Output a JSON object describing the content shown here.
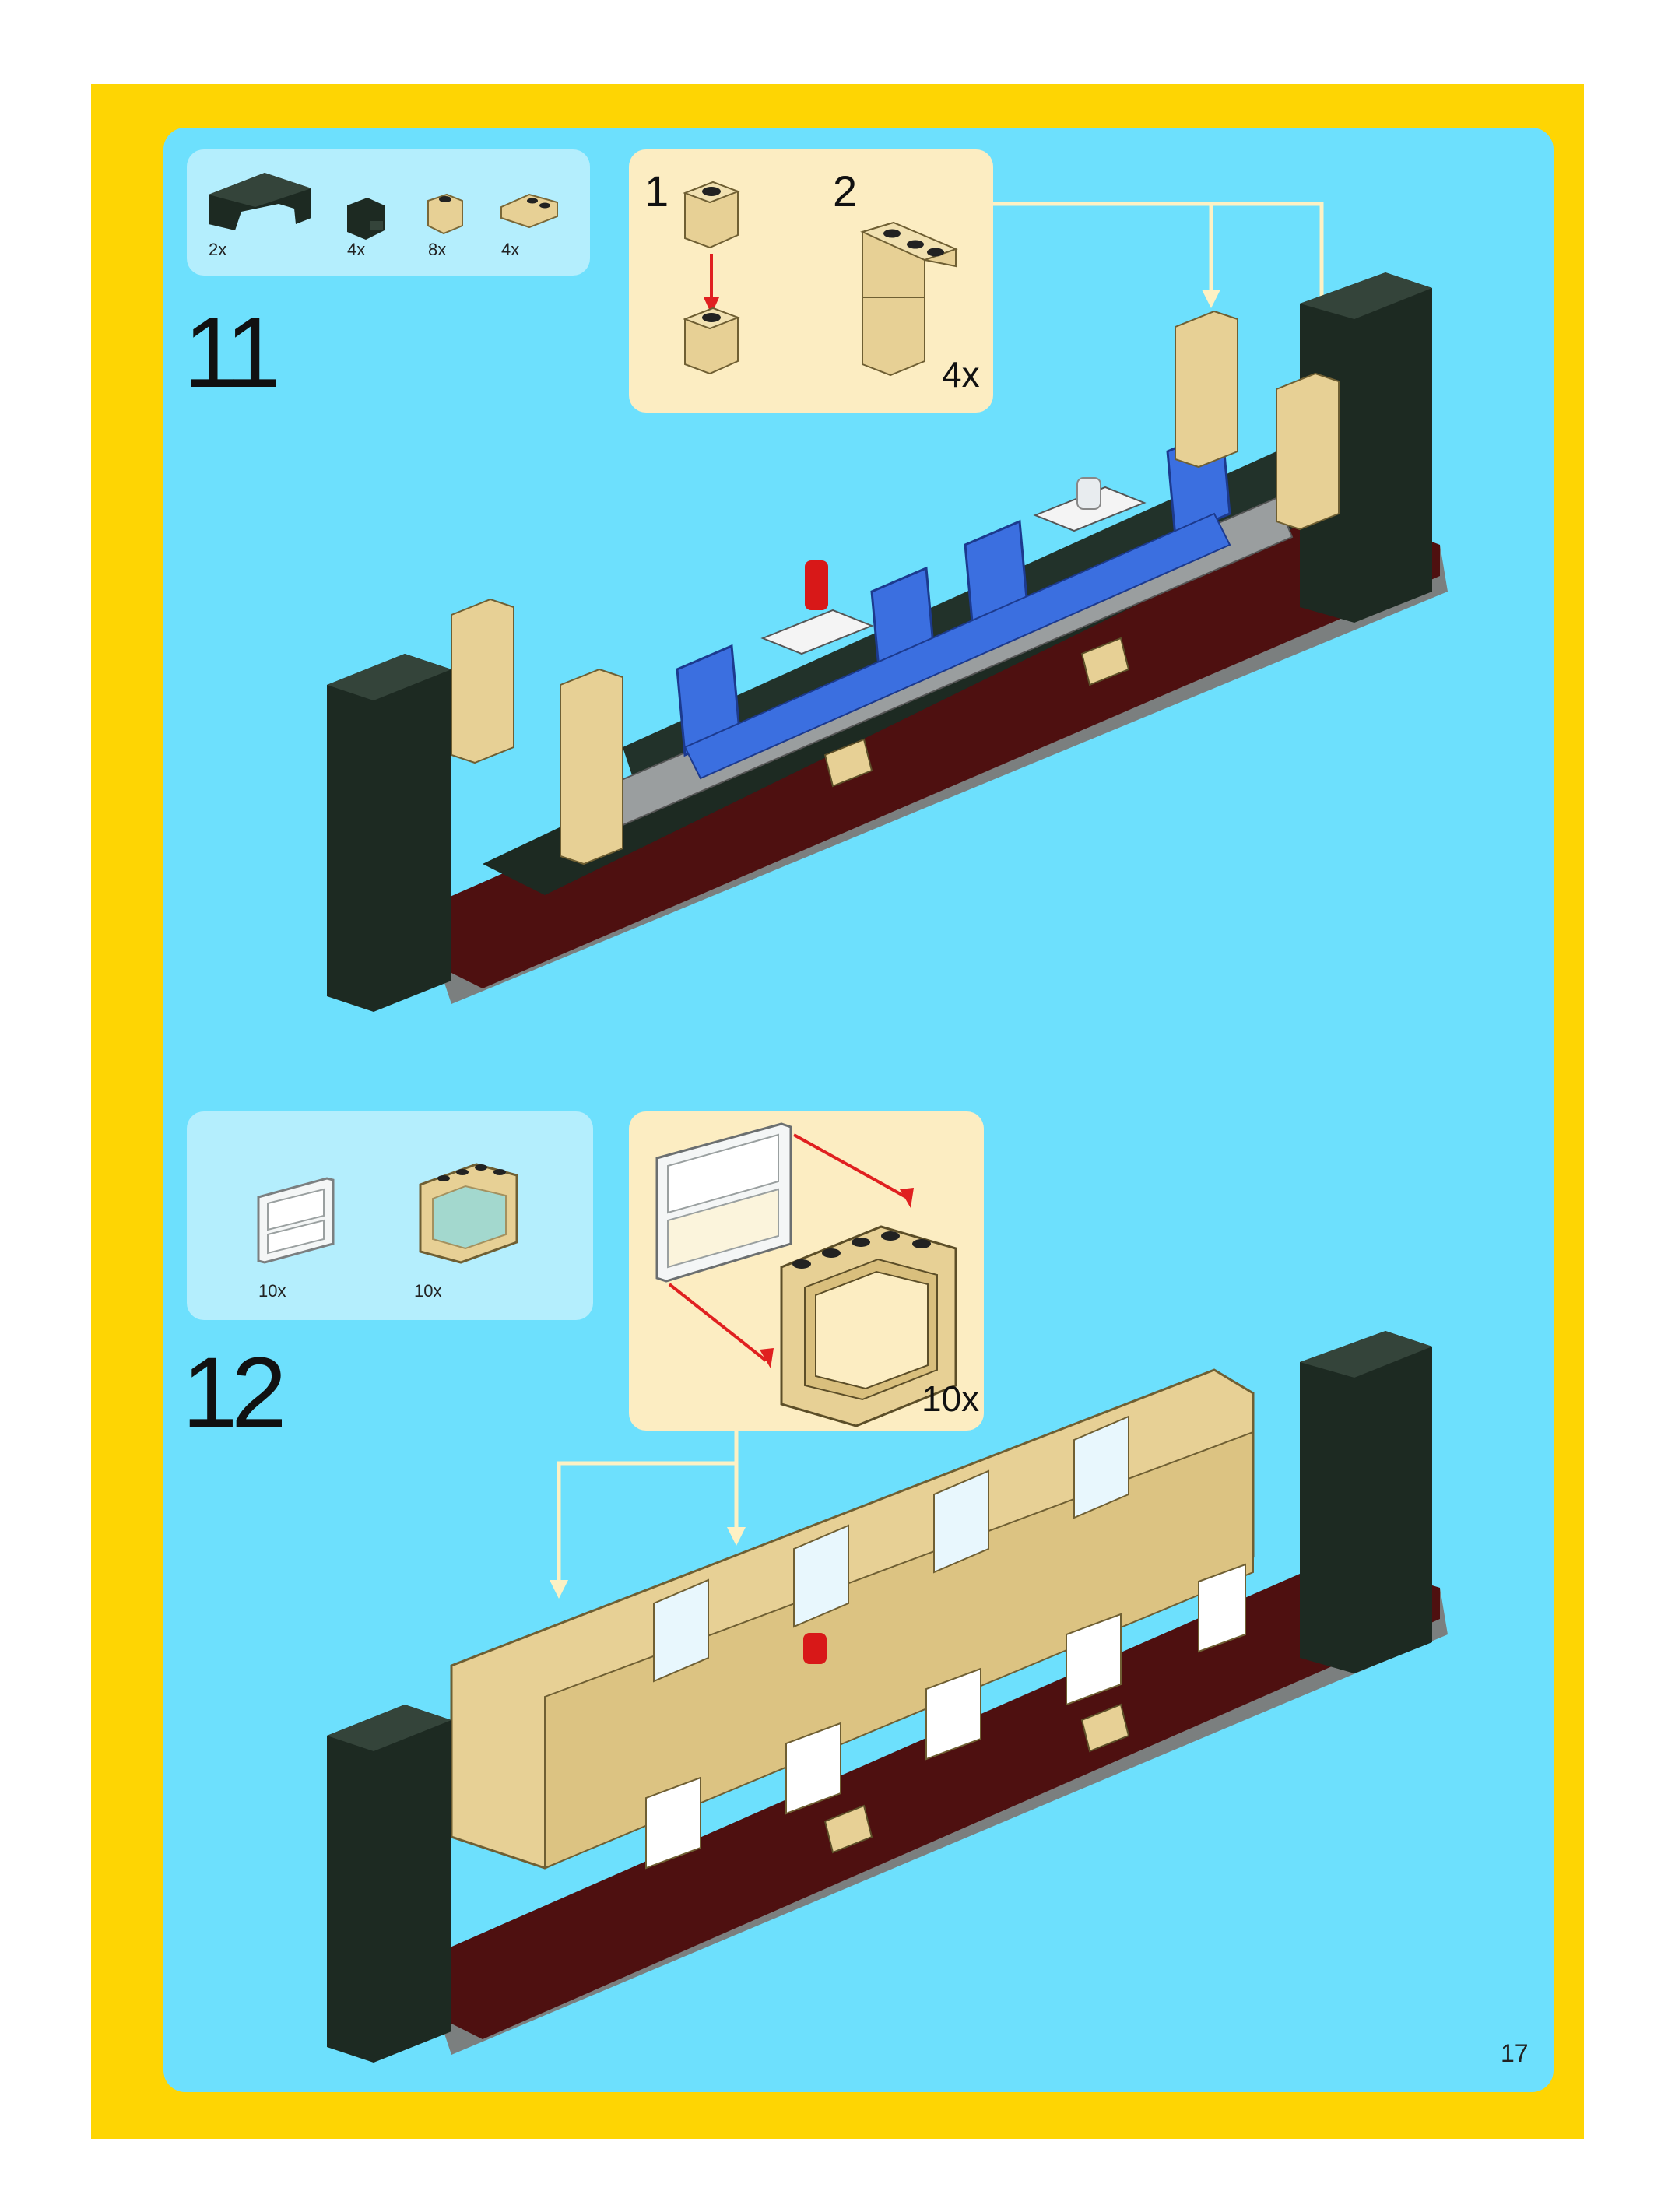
{
  "page_number": "17",
  "colors": {
    "frame": "#fed503",
    "background": "#6de0fd",
    "parts_box": "#b4eefd",
    "sub_box": "#fcedc2",
    "tan": "#e7d095",
    "black": "#1d2a22",
    "blue": "#3b6fe0",
    "dark_red": "#5a1010",
    "grey": "#8e9292",
    "arrow_red": "#e02020",
    "callout_line": "#fdf1c4"
  },
  "step11": {
    "number": "11",
    "parts": [
      {
        "icon": "black-arch-brick-icon",
        "qty": "2x"
      },
      {
        "icon": "black-clip-brick-icon",
        "qty": "4x"
      },
      {
        "icon": "tan-brick-1x1-icon",
        "qty": "8x"
      },
      {
        "icon": "tan-slope-brick-icon",
        "qty": "4x"
      }
    ],
    "sub_steps": [
      {
        "number": "1"
      },
      {
        "number": "2",
        "multiplier": "4x"
      }
    ]
  },
  "step12": {
    "number": "12",
    "parts": [
      {
        "icon": "window-glass-icon",
        "qty": "10x"
      },
      {
        "icon": "tan-window-frame-icon",
        "qty": "10x"
      }
    ],
    "sub_step": {
      "multiplier": "10x"
    }
  }
}
